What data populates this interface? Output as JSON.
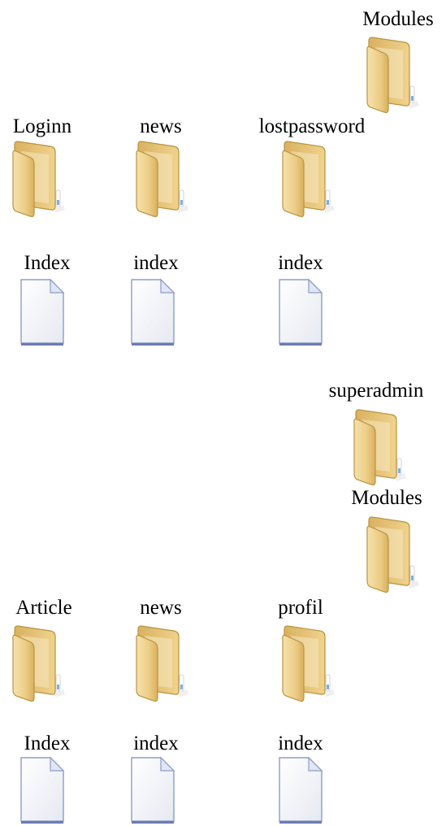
{
  "group1": {
    "root_folder": {
      "label": "Modules",
      "icon": "folder-icon"
    },
    "folders": [
      {
        "label": "Loginn",
        "icon": "folder-icon"
      },
      {
        "label": "news",
        "icon": "folder-icon"
      },
      {
        "label": "lostpassword",
        "icon": "folder-icon"
      }
    ],
    "files": [
      {
        "label": "Index",
        "icon": "file-icon"
      },
      {
        "label": "index",
        "icon": "file-icon"
      },
      {
        "label": "index",
        "icon": "file-icon"
      }
    ]
  },
  "group2": {
    "parent_folder": {
      "label": "superadmin",
      "icon": "folder-icon"
    },
    "root_folder": {
      "label": "Modules",
      "icon": "folder-icon"
    },
    "folders": [
      {
        "label": "Article",
        "icon": "folder-icon"
      },
      {
        "label": "news",
        "icon": "folder-icon"
      },
      {
        "label": "profil",
        "icon": "folder-icon"
      }
    ],
    "files": [
      {
        "label": "Index",
        "icon": "file-icon"
      },
      {
        "label": "index",
        "icon": "file-icon"
      },
      {
        "label": "index",
        "icon": "file-icon"
      }
    ]
  },
  "colors": {
    "folder_back": "#e6c277",
    "folder_front": "#f3d99a",
    "folder_edge": "#b9933f",
    "file_fill": "#f4f6fa",
    "file_edge": "#7c8cc0"
  }
}
